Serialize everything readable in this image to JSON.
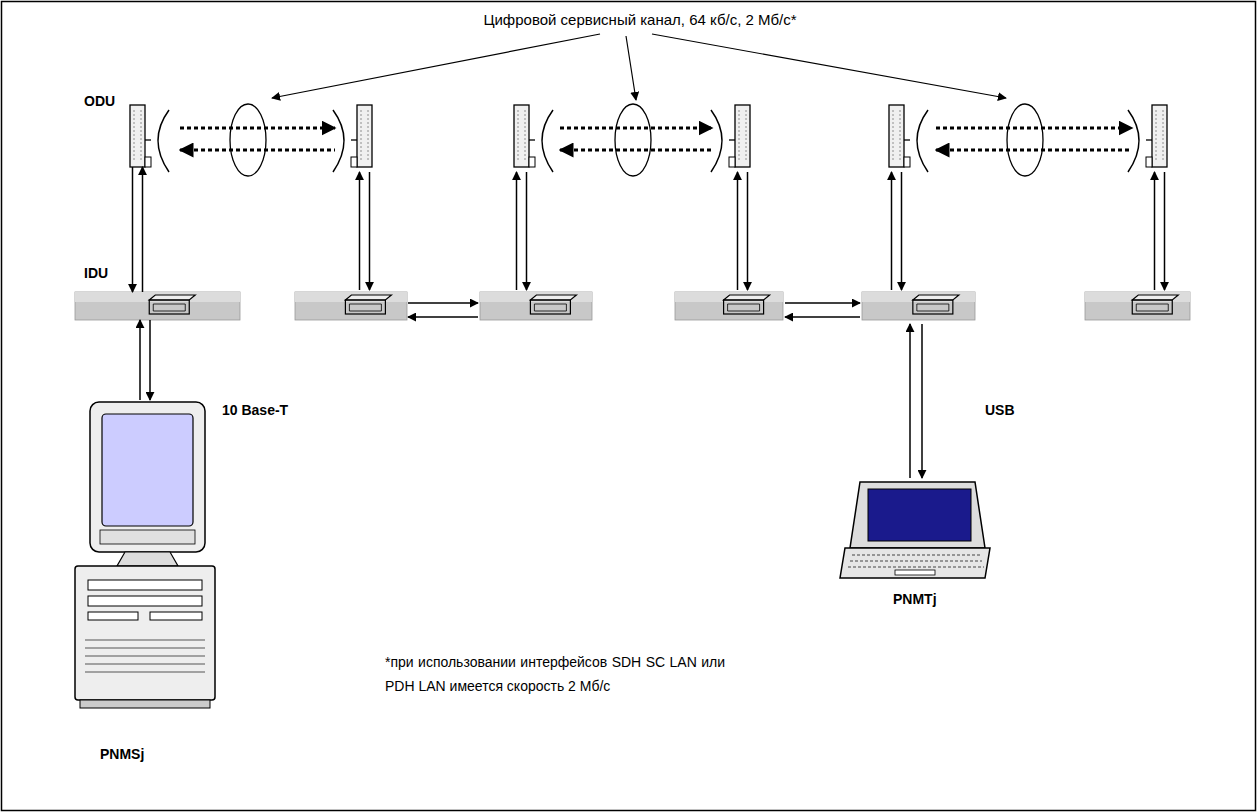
{
  "diagram": {
    "title": "Цифровой сервисный канал, 64 кб/с, 2 Мб/с*",
    "nodes": [
      {
        "text": [
          "ODU"
        ]
      },
      {
        "text": [
          "IDU"
        ]
      },
      {
        "text": [
          "PNMSj"
        ]
      },
      {
        "text": [
          "PNMTj"
        ]
      }
    ],
    "edges": [
      {
        "from": 0,
        "to": 1,
        "arrow": "both"
      },
      {
        "from": 2,
        "to": 1,
        "label": "10 Base-T",
        "arrow": "both"
      }
    ],
    "labels": [
      "USB",
      "*при использовании интерфейсов SDH SC LAN или PDH LAN имеется скорость 2 Мб/с"
    ]
  }
}
